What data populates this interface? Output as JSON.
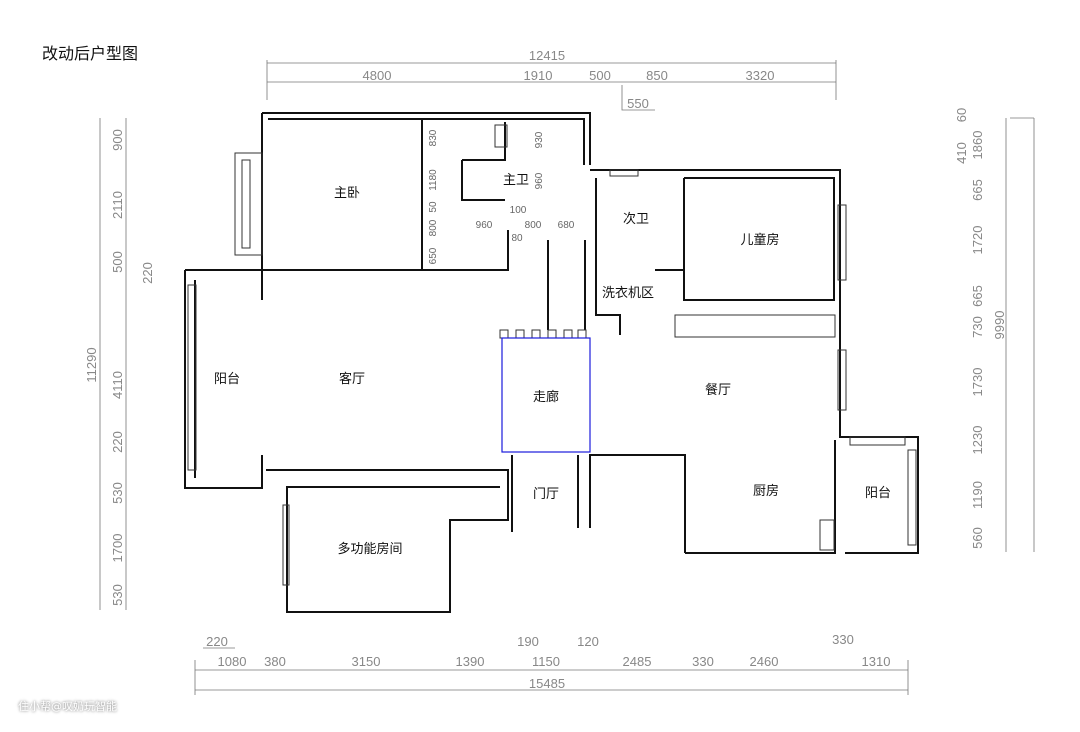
{
  "title": "改动后户型图",
  "watermark": "住小帮@叹奶玩智能",
  "rooms": [
    "主卧",
    "主卫",
    "次卫",
    "儿童房",
    "洗衣机区",
    "阳台",
    "客厅",
    "走廊",
    "餐厅",
    "门厅",
    "厨房",
    "阳台",
    "多功能房间"
  ],
  "dims_top": {
    "total": "12415",
    "segments": [
      "4800",
      "1910",
      "500",
      "850",
      "3320"
    ],
    "extra": "550"
  },
  "dims_bottom": {
    "total": "15485",
    "segments": [
      "1080",
      "380",
      "3150",
      "1390",
      "1150",
      "2485",
      "330",
      "2460",
      "1310"
    ],
    "extra": [
      "220",
      "190",
      "120",
      "330"
    ]
  },
  "dims_left": {
    "total": "11290",
    "segments": [
      "900",
      "2110",
      "500",
      "4110",
      "220",
      "530",
      "1700",
      "530"
    ],
    "extra": "220"
  },
  "dims_right": {
    "total": "9990",
    "segments": [
      "60",
      "1860",
      "665",
      "1720",
      "665",
      "730",
      "1730",
      "1230",
      "1190",
      "560"
    ],
    "extra": "410"
  },
  "dims_interior": [
    "830",
    "1180",
    "50",
    "800",
    "650",
    "930",
    "960",
    "960",
    "100",
    "800",
    "80",
    "680"
  ],
  "colors": {
    "corridor_outline": "#1a1adc",
    "wall": "#111111",
    "dimension_text": "#888888"
  }
}
